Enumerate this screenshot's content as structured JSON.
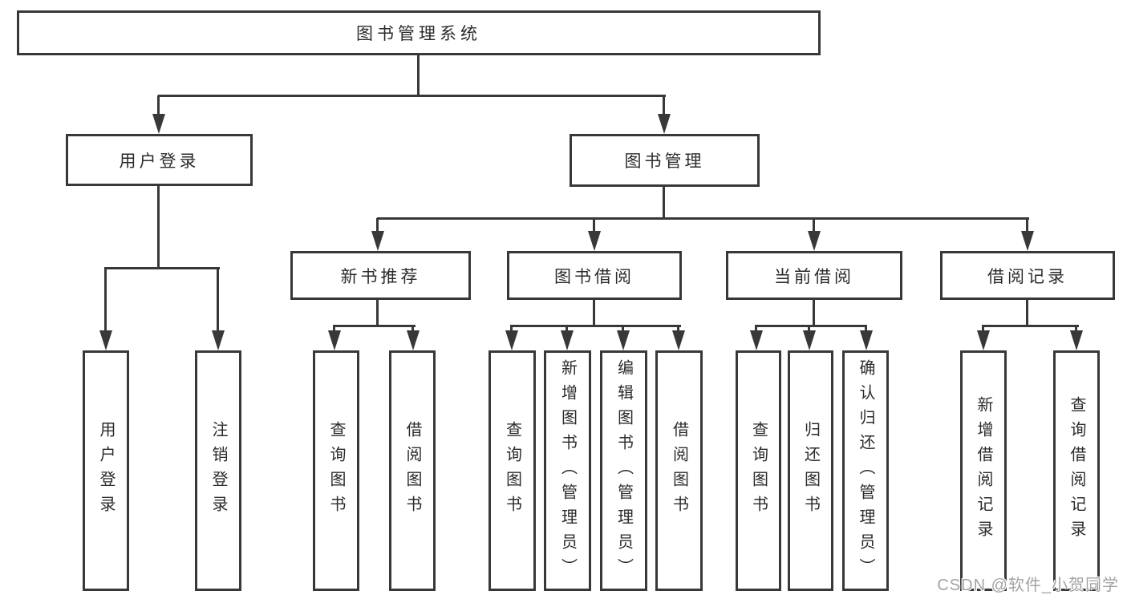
{
  "diagram": {
    "type": "hierarchy-tree",
    "orientation": "top-down",
    "colors": {
      "background": "#ffffff",
      "line": "#38383a",
      "box_border": "#38383a",
      "text": "#2b2b2d",
      "watermark": "#a3a3a3"
    },
    "tree": {
      "root": {
        "label": "图书管理系统",
        "children": [
          {
            "label": "用户登录",
            "children": [
              {
                "label": "用户登录"
              },
              {
                "label": "注销登录"
              }
            ]
          },
          {
            "label": "图书管理",
            "children": [
              {
                "label": "新书推荐",
                "children": [
                  {
                    "label": "查询图书"
                  },
                  {
                    "label": "借阅图书"
                  }
                ]
              },
              {
                "label": "图书借阅",
                "children": [
                  {
                    "label": "查询图书"
                  },
                  {
                    "label": "新增图书（管理员）"
                  },
                  {
                    "label": "编辑图书（管理员）"
                  },
                  {
                    "label": "借阅图书"
                  }
                ]
              },
              {
                "label": "当前借阅",
                "children": [
                  {
                    "label": "查询图书"
                  },
                  {
                    "label": "归还图书"
                  },
                  {
                    "label": "确认归还（管理员）"
                  }
                ]
              },
              {
                "label": "借阅记录",
                "children": [
                  {
                    "label": "新增借阅记录"
                  },
                  {
                    "label": "查询借阅记录"
                  }
                ]
              }
            ]
          }
        ]
      }
    },
    "watermark": {
      "text": "CSDN @软件_小贺同学"
    }
  }
}
